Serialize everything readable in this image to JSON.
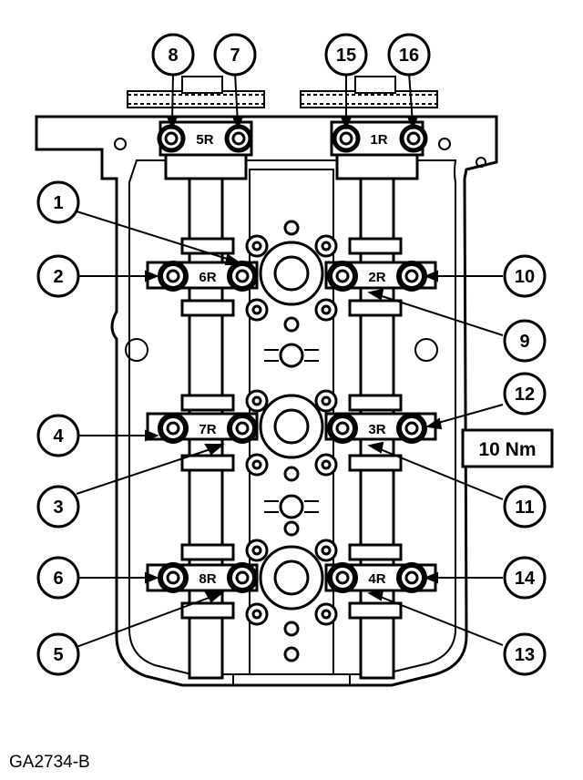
{
  "figure": {
    "code": "GA2734-B",
    "torque_spec": "10 Nm"
  },
  "caps": [
    {
      "label": "5R"
    },
    {
      "label": "1R"
    },
    {
      "label": "6R"
    },
    {
      "label": "2R"
    },
    {
      "label": "7R"
    },
    {
      "label": "3R"
    },
    {
      "label": "8R"
    },
    {
      "label": "4R"
    }
  ],
  "sequence": [
    "1",
    "2",
    "3",
    "4",
    "5",
    "6",
    "7",
    "8",
    "9",
    "10",
    "11",
    "12",
    "13",
    "14",
    "15",
    "16"
  ],
  "colors": {
    "ink": "#000000",
    "paper": "#ffffff",
    "shade": "#d9d9d9"
  }
}
